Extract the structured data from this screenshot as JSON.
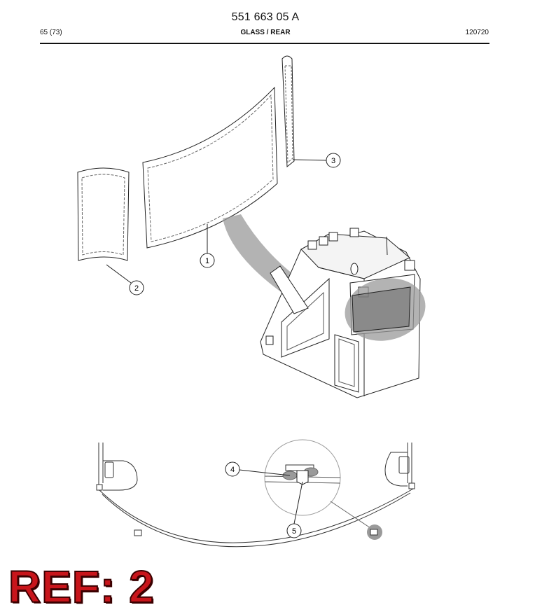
{
  "header": {
    "doc_number": "551 663 05 A",
    "page": "65 (73)",
    "section_title": "GLASS / REAR",
    "date_code": "120720"
  },
  "callouts": [
    {
      "number": "1"
    },
    {
      "number": "2"
    },
    {
      "number": "3"
    },
    {
      "number": "4"
    },
    {
      "number": "5"
    }
  ],
  "reference": {
    "label": "REF: 2"
  },
  "colors": {
    "highlight": "#9a9a9a",
    "ref_text": "#c8151b"
  }
}
